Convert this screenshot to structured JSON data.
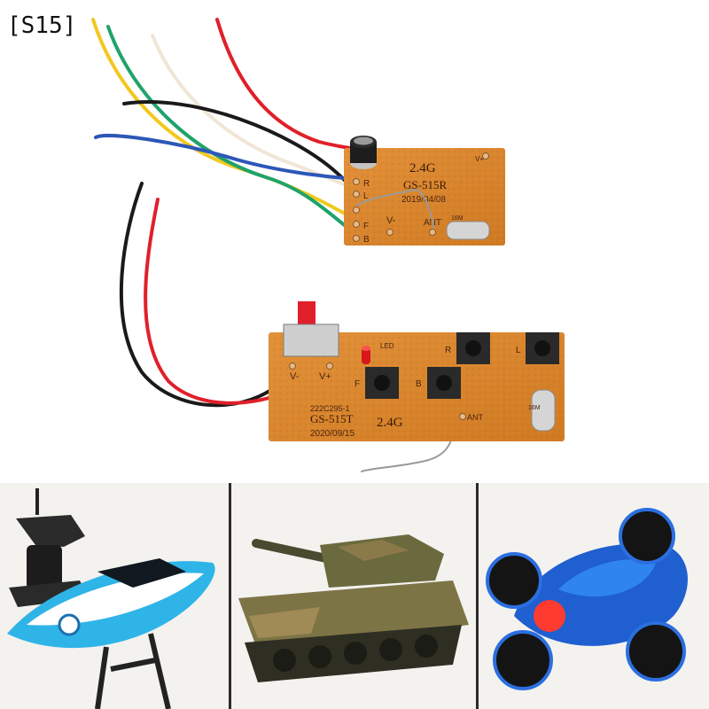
{
  "corner_tag": "[S15]",
  "receiver_board": {
    "freq": "2.4G",
    "model": "GS-515R",
    "date": "2019/04/08",
    "pins": [
      "R",
      "L",
      "F",
      "B"
    ],
    "vminus": "V-",
    "vplus": "V+",
    "ant": "ANT",
    "crystal": "16M"
  },
  "transmitter_board": {
    "code": "222C295-1",
    "model": "GS-515T",
    "freq": "2.4G",
    "date": "2020/09/15",
    "led": "LED",
    "vminus": "V-",
    "vplus": "V+",
    "ant": "ANT",
    "crystal": "16M",
    "buttons": [
      "R",
      "L",
      "F",
      "B"
    ]
  },
  "panels": [
    "rc-boat-with-remote",
    "rc-tank",
    "rc-stunt-car"
  ],
  "colors": {
    "pcb": "#d9862a",
    "wire_red": "#e0202a",
    "wire_black": "#1a1a1a",
    "wire_yellow": "#f2c81e",
    "wire_green": "#1fa36a",
    "wire_white": "#f1e6d6",
    "wire_blue": "#2d57b8"
  }
}
